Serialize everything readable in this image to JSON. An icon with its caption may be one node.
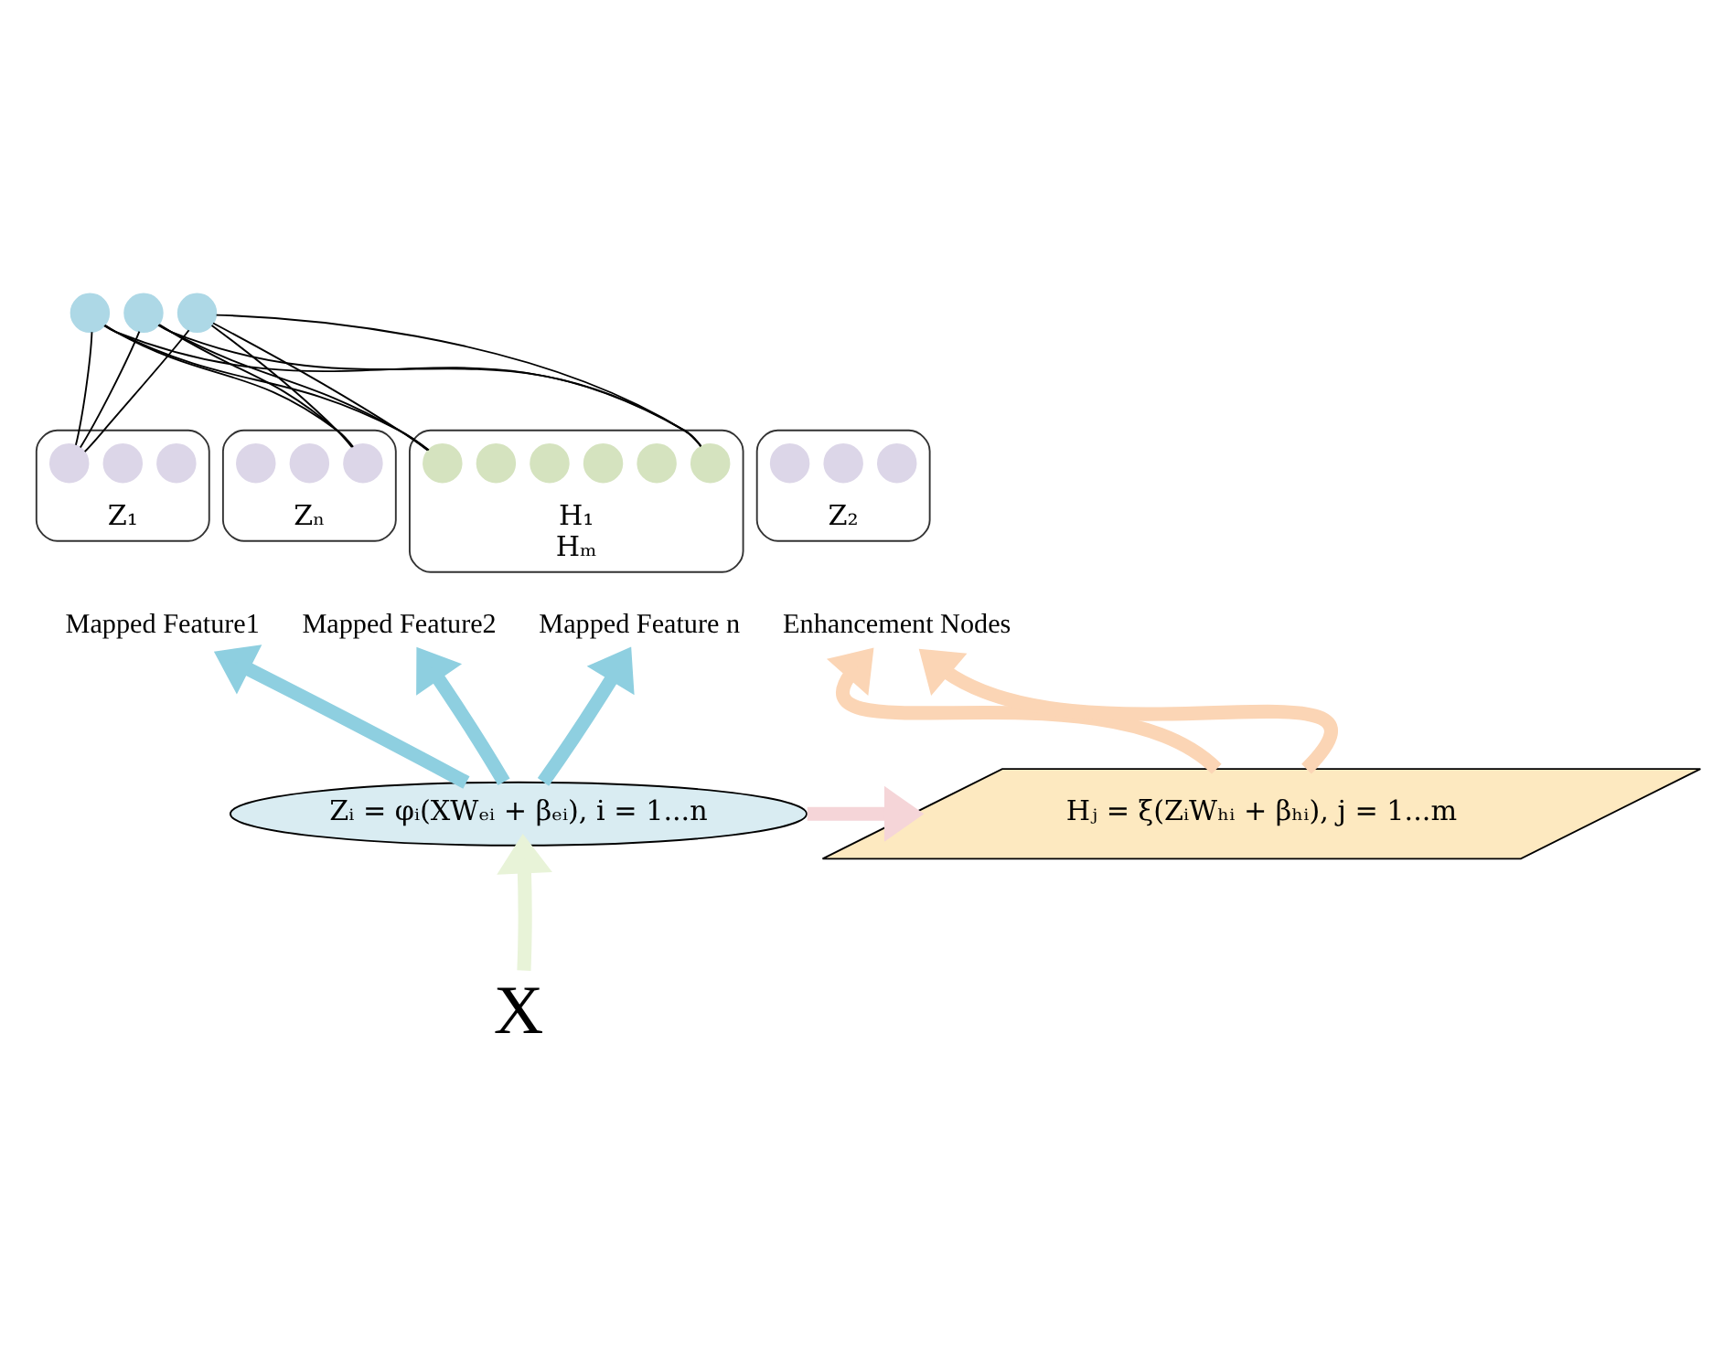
{
  "diagram": {
    "nodes": [
      {
        "text": [],
        "shape": "circle"
      },
      {
        "text": [],
        "shape": "circle"
      },
      {
        "text": [],
        "shape": "circle"
      },
      {
        "text": [
          "Z₁"
        ]
      },
      {
        "text": [],
        "shape": "circle",
        "in": 3
      },
      {
        "text": [],
        "shape": "circle",
        "in": 3
      },
      {
        "text": [],
        "shape": "circle",
        "in": 3
      },
      {
        "text": [
          "Z₂"
        ]
      },
      {
        "text": [],
        "shape": "circle",
        "in": 7
      },
      {
        "text": [],
        "shape": "circle",
        "in": 7
      },
      {
        "text": [],
        "shape": "circle",
        "in": 7
      },
      {
        "text": [
          "Zₙ"
        ]
      },
      {
        "text": [],
        "shape": "circle",
        "in": 11
      },
      {
        "text": [],
        "shape": "circle",
        "in": 11
      },
      {
        "text": [],
        "shape": "circle",
        "in": 11
      },
      {
        "text": [
          "H₁",
          "Hₘ"
        ]
      },
      {
        "text": [],
        "shape": "circle",
        "in": 15
      },
      {
        "text": [],
        "shape": "circle",
        "in": 15
      },
      {
        "text": [],
        "shape": "circle",
        "in": 15
      },
      {
        "text": [],
        "shape": "circle",
        "in": 15
      },
      {
        "text": [],
        "shape": "circle",
        "in": 15
      },
      {
        "text": [],
        "shape": "circle",
        "in": 15
      },
      {
        "text": [
          "Mapped Feature1"
        ]
      },
      {
        "text": [
          "Mapped Feature2"
        ]
      },
      {
        "text": [
          "Mapped Feature n"
        ]
      },
      {
        "text": [
          "Enhancement Nodes"
        ]
      },
      {
        "text": [
          "Zᵢ = φᵢ(XWₑᵢ + βₑᵢ), i = 1...n"
        ]
      },
      {
        "text": [
          "Hⱼ = ξ(ZᵢWₕᵢ + βₕᵢ), j = 1...m"
        ]
      },
      {
        "text": [
          "X"
        ]
      }
    ],
    "edges": [
      {
        "from": 0,
        "to": 4,
        "arrow": "none"
      },
      {
        "from": 0,
        "to": 14,
        "arrow": "none"
      },
      {
        "from": 0,
        "to": 16,
        "arrow": "none"
      },
      {
        "from": 0,
        "to": 21,
        "arrow": "none"
      },
      {
        "from": 1,
        "to": 4,
        "arrow": "none"
      },
      {
        "from": 1,
        "to": 14,
        "arrow": "none"
      },
      {
        "from": 1,
        "to": 16,
        "arrow": "none"
      },
      {
        "from": 1,
        "to": 21,
        "arrow": "none"
      },
      {
        "from": 2,
        "to": 4,
        "arrow": "none"
      },
      {
        "from": 2,
        "to": 14,
        "arrow": "none"
      },
      {
        "from": 2,
        "to": 16,
        "arrow": "none"
      },
      {
        "from": 2,
        "to": 21,
        "arrow": "none"
      },
      {
        "from": 26,
        "to": 22,
        "arrow": "to",
        "style": "thick",
        "color": "#8ecfe0"
      },
      {
        "from": 26,
        "to": 23,
        "arrow": "to",
        "style": "thick",
        "color": "#8ecfe0"
      },
      {
        "from": 26,
        "to": 24,
        "arrow": "to",
        "style": "thick",
        "color": "#8ecfe0"
      },
      {
        "from": 26,
        "to": 27,
        "arrow": "to",
        "style": "thick",
        "color": "#f5d5d8"
      },
      {
        "from": 27,
        "to": 25,
        "arrow": "to",
        "style": "thick",
        "color": "#fbd5b5"
      },
      {
        "from": 27,
        "to": 25,
        "arrow": "to",
        "style": "thick",
        "color": "#fbd5b5"
      },
      {
        "from": 28,
        "to": 26,
        "arrow": "to",
        "style": "thick",
        "color": "#e8f3d8"
      }
    ]
  }
}
